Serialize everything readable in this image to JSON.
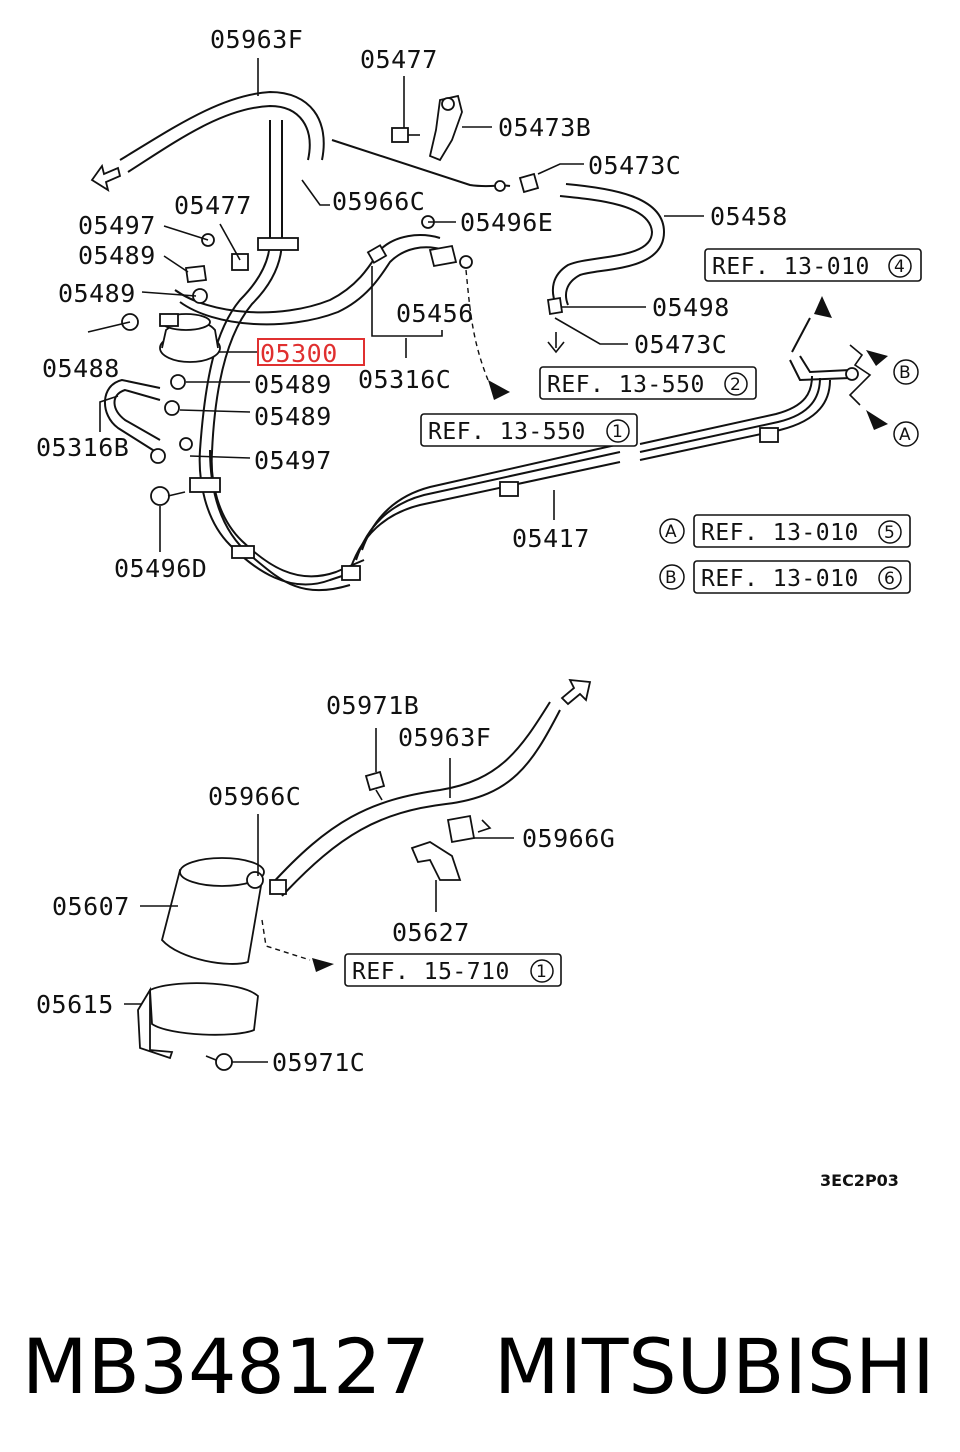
{
  "diagram": {
    "drawing_code": "3EC2P03",
    "footer": {
      "part_number": "MB348127",
      "brand": "MITSUBISHI"
    },
    "highlight_color": "#e03030",
    "highlighted_part": "05300",
    "top_labels": [
      "05963F",
      "05477",
      "05473B",
      "05473C",
      "05966C",
      "05458",
      "05497",
      "05477",
      "05496E",
      "05489",
      "05489",
      "05498",
      "05456",
      "05488",
      "05300",
      "05473C",
      "05489",
      "05316C",
      "05489",
      "05316B",
      "05497",
      "05417",
      "05496D"
    ],
    "refs": [
      {
        "text": "REF. 13-010",
        "num": "4"
      },
      {
        "text": "REF. 13-550",
        "num": "2"
      },
      {
        "text": "REF. 13-550",
        "num": "1"
      },
      {
        "text": "REF. 13-010",
        "num": "5",
        "tag": "A"
      },
      {
        "text": "REF. 13-010",
        "num": "6",
        "tag": "B"
      },
      {
        "text": "REF. 15-710",
        "num": "1"
      }
    ],
    "side_markers": [
      "B",
      "A"
    ],
    "bottom_labels": [
      "05971B",
      "05963F",
      "05966C",
      "05966G",
      "05607",
      "05627",
      "05615",
      "05971C"
    ]
  }
}
